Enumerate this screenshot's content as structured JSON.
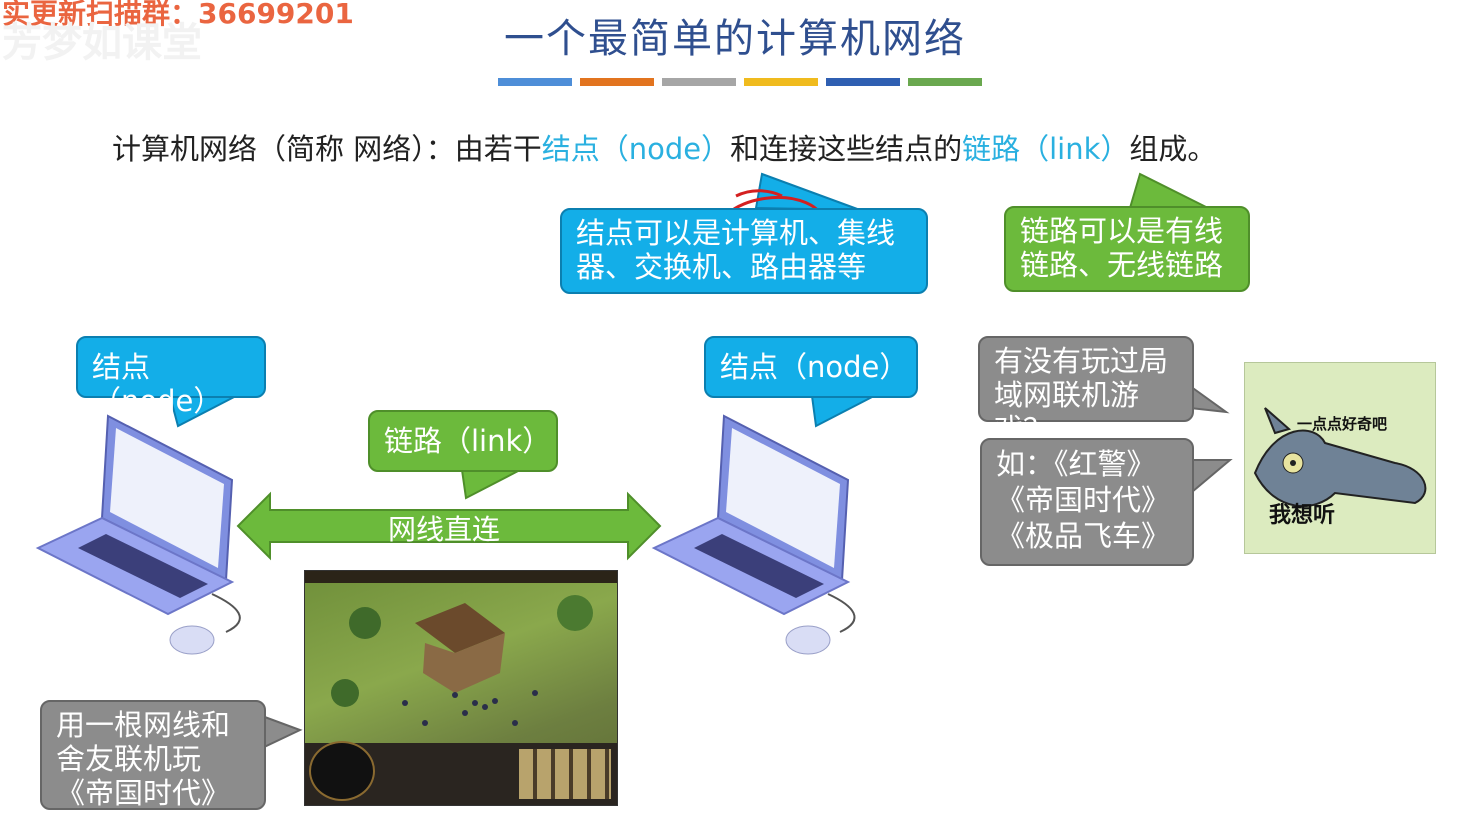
{
  "watermark": {
    "line1": "实更新扫描群：36699201",
    "line2": "芳梦如课堂"
  },
  "slide": {
    "title": "一个最简单的计算机网络",
    "color_bars": [
      "#4e8ed8",
      "#e2741f",
      "#a6a6a6",
      "#f0bb1e",
      "#2f5fb2",
      "#6aa84f"
    ],
    "definition": {
      "part1": "计算机网络（简称 网络）：由若干",
      "node_term": "结点（node）",
      "part2": "和连接这些结点的",
      "link_term": "链路（link）",
      "part3": "组成。"
    },
    "callout_node_types": {
      "line1": "结点可以是计算机、集线",
      "line2": "器、交换机、路由器等"
    },
    "callout_link_types": {
      "line1": "链路可以是有线",
      "line2": "链路、无线链路"
    },
    "node_label_left": "结点（node）",
    "node_label_right": "结点（node）",
    "link_label": "链路（link）",
    "cable_label": "网线直连",
    "question_bubble": {
      "line1": "有没有玩过局",
      "line2": "域网联机游戏？"
    },
    "examples_bubble": {
      "line1": "如：《红警》",
      "line2": "《帝国时代》",
      "line3": "《极品飞车》"
    },
    "dorm_bubble": {
      "line1": "用一根网线和",
      "line2": "舍友联机玩",
      "line3": "《帝国时代》"
    },
    "meme": {
      "top_text": "一点点好奇吧",
      "bottom_text": "我想听"
    }
  },
  "colors": {
    "title": "#2f4f8f",
    "highlight": "#2ab0e0",
    "node_bubble": "#13aee8",
    "link_bubble": "#6cba3c",
    "gray_bubble": "#8c8c8c"
  }
}
